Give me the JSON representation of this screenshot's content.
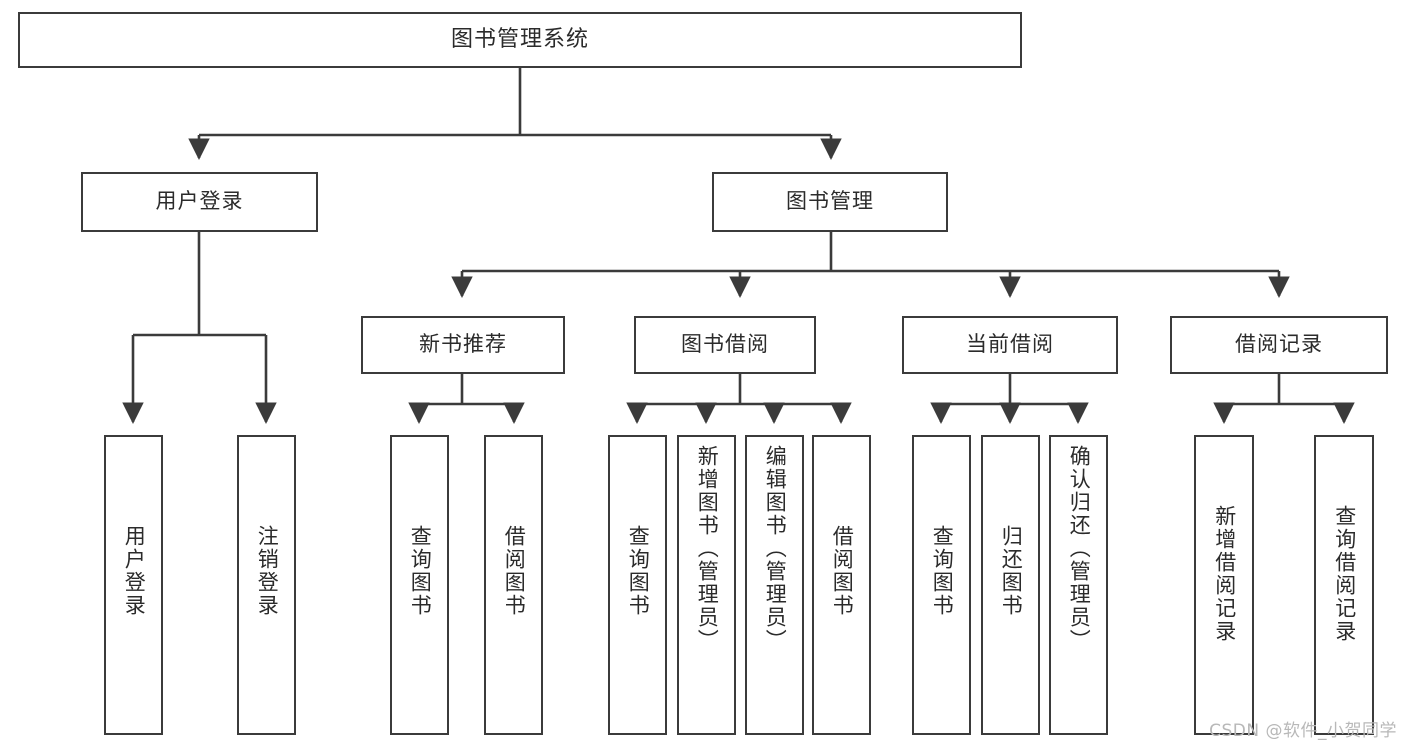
{
  "diagram": {
    "title": "图书管理系统",
    "type": "tree",
    "background_color": "#ffffff",
    "line_color": "#3b3b3b",
    "text_color": "#2b2b2b",
    "watermark": "CSDN @软件_小贺同学",
    "nodes": {
      "root": {
        "label": "图书管理系统"
      },
      "level1": [
        {
          "id": "login",
          "label": "用户登录"
        },
        {
          "id": "bookmgmt",
          "label": "图书管理"
        }
      ],
      "level2": [
        {
          "id": "newbook",
          "label": "新书推荐"
        },
        {
          "id": "borrow",
          "label": "图书借阅"
        },
        {
          "id": "current",
          "label": "当前借阅"
        },
        {
          "id": "record",
          "label": "借阅记录"
        }
      ],
      "leaves": {
        "login": [
          {
            "id": "user-login",
            "label": "用户登录"
          },
          {
            "id": "user-logout",
            "label": "注销登录"
          }
        ],
        "newbook": [
          {
            "id": "query-book-1",
            "label": "查询图书"
          },
          {
            "id": "borrow-book-1",
            "label": "借阅图书"
          }
        ],
        "borrow": [
          {
            "id": "query-book-2",
            "label": "查询图书"
          },
          {
            "id": "add-book",
            "label": "新增图书（管理员）"
          },
          {
            "id": "edit-book",
            "label": "编辑图书（管理员）"
          },
          {
            "id": "borrow-book-2",
            "label": "借阅图书"
          }
        ],
        "current": [
          {
            "id": "query-book-3",
            "label": "查询图书"
          },
          {
            "id": "return-book",
            "label": "归还图书"
          },
          {
            "id": "confirm-return",
            "label": "确认归还（管理员）"
          }
        ],
        "record": [
          {
            "id": "add-record",
            "label": "新增借阅记录"
          },
          {
            "id": "query-record",
            "label": "查询借阅记录"
          }
        ]
      }
    }
  }
}
